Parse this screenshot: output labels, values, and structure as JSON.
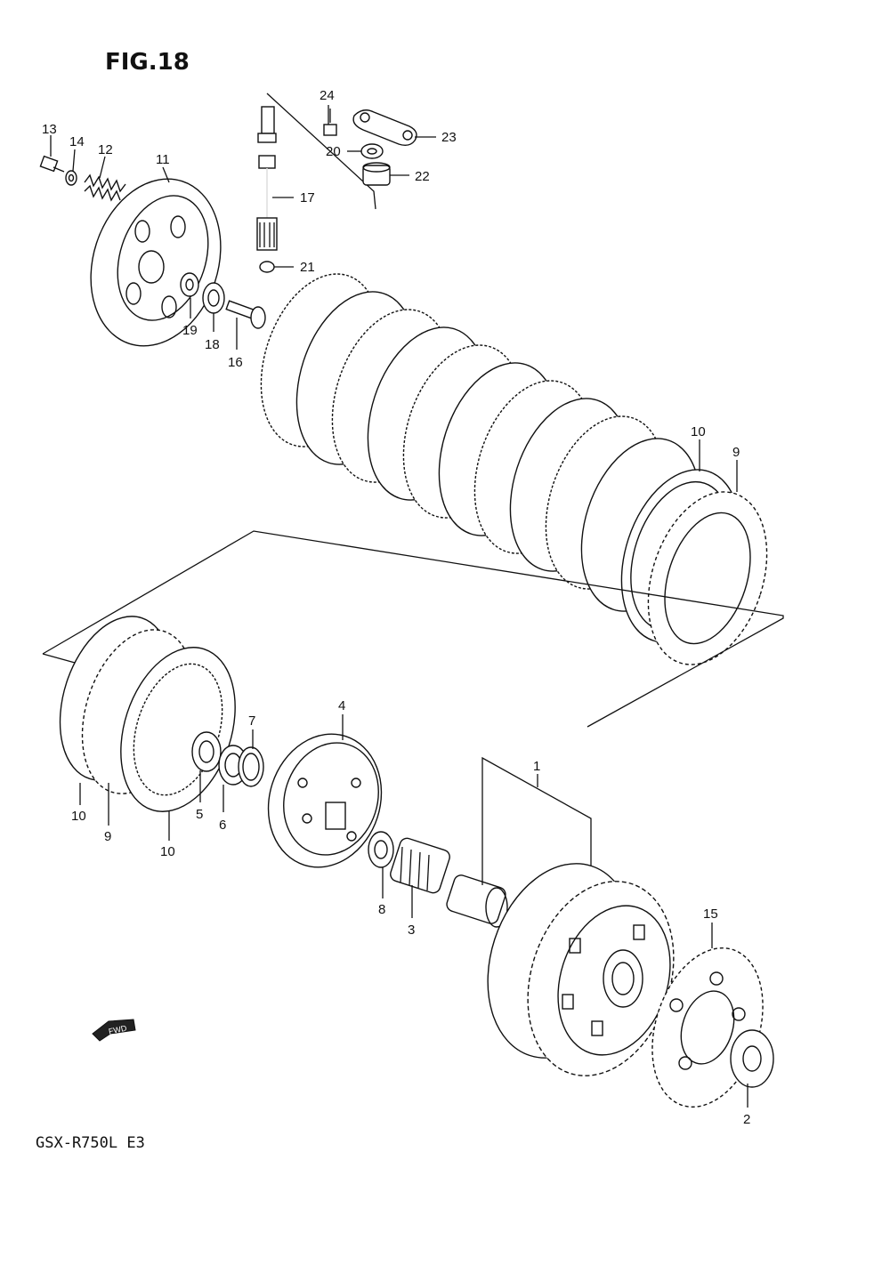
{
  "figure": {
    "title": "FIG.18",
    "model": "GSX-R750L E3",
    "fwd_label": "FWD"
  },
  "callouts": [
    {
      "id": "c13",
      "text": "13"
    },
    {
      "id": "c14",
      "text": "14"
    },
    {
      "id": "c12",
      "text": "12"
    },
    {
      "id": "c11",
      "text": "11"
    },
    {
      "id": "c19",
      "text": "19"
    },
    {
      "id": "c18",
      "text": "18"
    },
    {
      "id": "c16",
      "text": "16"
    },
    {
      "id": "c17",
      "text": "17"
    },
    {
      "id": "c21",
      "text": "21"
    },
    {
      "id": "c24",
      "text": "24"
    },
    {
      "id": "c23",
      "text": "23"
    },
    {
      "id": "c20",
      "text": "20"
    },
    {
      "id": "c22",
      "text": "22"
    },
    {
      "id": "c10a",
      "text": "10"
    },
    {
      "id": "c9a",
      "text": "9"
    },
    {
      "id": "c10b",
      "text": "10"
    },
    {
      "id": "c9b",
      "text": "9"
    },
    {
      "id": "c10c",
      "text": "10"
    },
    {
      "id": "c5",
      "text": "5"
    },
    {
      "id": "c6",
      "text": "6"
    },
    {
      "id": "c7",
      "text": "7"
    },
    {
      "id": "c4",
      "text": "4"
    },
    {
      "id": "c1",
      "text": "1"
    },
    {
      "id": "c8",
      "text": "8"
    },
    {
      "id": "c3",
      "text": "3"
    },
    {
      "id": "c15",
      "text": "15"
    },
    {
      "id": "c2",
      "text": "2"
    }
  ]
}
